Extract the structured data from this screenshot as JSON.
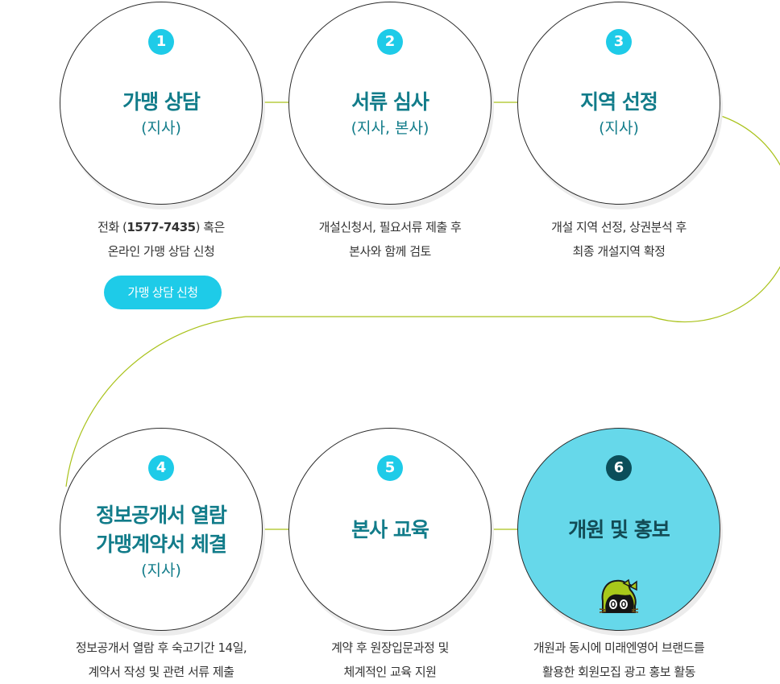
{
  "colors": {
    "badge": "#1ecbe8",
    "badge_active": "#0b4e5a",
    "title": "#127c8a",
    "active_circle": "#66d8ea",
    "connector": "#a9c21a",
    "button": "#1ecbe8"
  },
  "steps": [
    {
      "number": "1",
      "title": "가맹 상담",
      "sub": "(지사)",
      "desc_line1_pre": "전화 (",
      "desc_line1_phone": "1577-7435",
      "desc_line1_post": ") 혹은",
      "desc_line2": "온라인 가맹 상담 신청",
      "button_label": "가맹 상담 신청"
    },
    {
      "number": "2",
      "title": "서류 심사",
      "sub": "(지사, 본사)",
      "desc_line1": "개설신청서, 필요서류 제출 후",
      "desc_line2": "본사와 함께 검토"
    },
    {
      "number": "3",
      "title": "지역 선정",
      "sub": "(지사)",
      "desc_line1": "개설 지역 선정, 상권분석 후",
      "desc_line2": "최종 개설지역 확정"
    },
    {
      "number": "4",
      "title_line1": "정보공개서 열람",
      "title_line2": "가맹계약서 체결",
      "sub": "(지사)",
      "desc_line1": "정보공개서 열람 후 숙고기간 14일,",
      "desc_line2": "계약서 작성 및 관련 서류 제출"
    },
    {
      "number": "5",
      "title": "본사 교육",
      "desc_line1": "계약 후 원장입문과정 및",
      "desc_line2": "체계적인 교육 지원"
    },
    {
      "number": "6",
      "title": "개원 및 홍보",
      "icon": "mascot-cat-icon",
      "desc_line1": "개원과 동시에 미래엔영어 브랜드를",
      "desc_line2": "활용한 회원모집 광고 홍보 활동"
    }
  ]
}
